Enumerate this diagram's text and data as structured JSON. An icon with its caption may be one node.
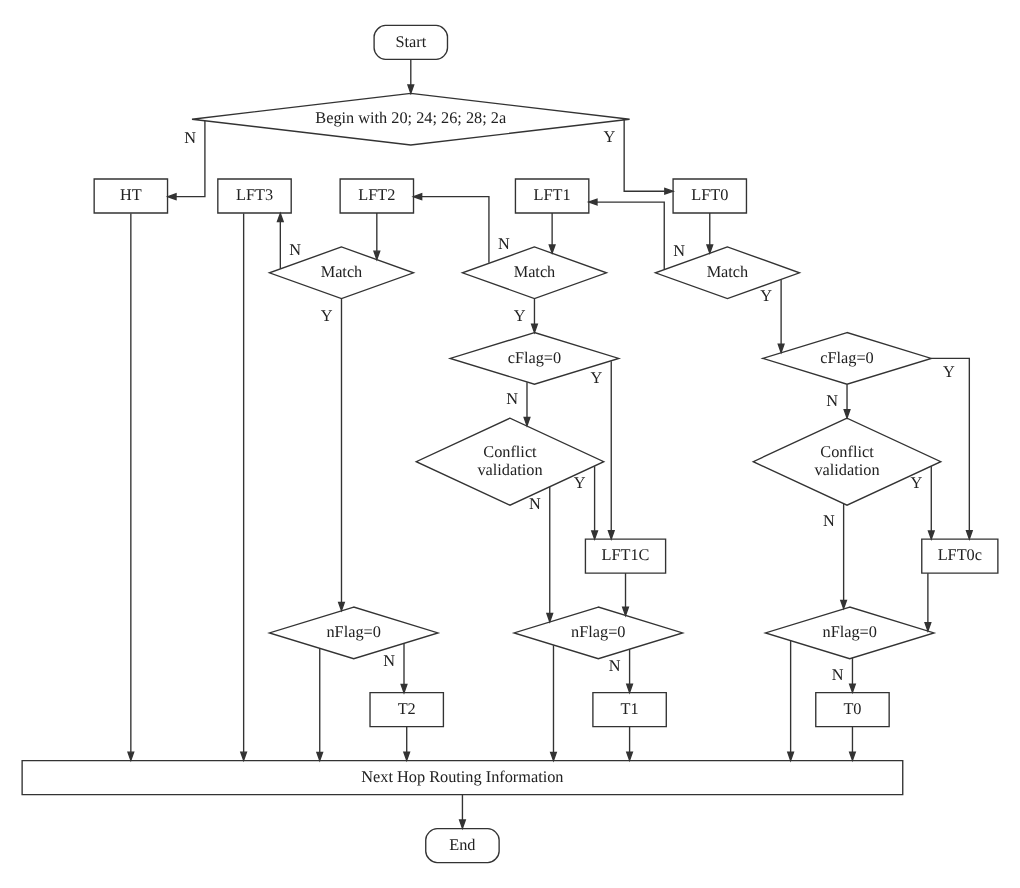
{
  "diagram": {
    "nodes": [
      {
        "text": [
          "Start"
        ]
      },
      {
        "text": [
          "Begin with 20; 24; 26; 28; 2a"
        ]
      },
      {
        "text": [
          "HT"
        ]
      },
      {
        "text": [
          "LFT3"
        ]
      },
      {
        "text": [
          "LFT2"
        ]
      },
      {
        "text": [
          "LFT1"
        ]
      },
      {
        "text": [
          "LFT0"
        ]
      },
      {
        "text": [
          "Match"
        ]
      },
      {
        "text": [
          "Match"
        ]
      },
      {
        "text": [
          "Match"
        ]
      },
      {
        "text": [
          "cFlag=0"
        ]
      },
      {
        "text": [
          "cFlag=0"
        ]
      },
      {
        "text": [
          "Conflict validation"
        ]
      },
      {
        "text": [
          "Conflict validation"
        ]
      },
      {
        "text": [
          "LFT1C"
        ]
      },
      {
        "text": [
          "LFT0c"
        ]
      },
      {
        "text": [
          "nFlag=0"
        ]
      },
      {
        "text": [
          "nFlag=0"
        ]
      },
      {
        "text": [
          "nFlag=0"
        ]
      },
      {
        "text": [
          "T2"
        ]
      },
      {
        "text": [
          "T1"
        ]
      },
      {
        "text": [
          "T0"
        ]
      },
      {
        "text": [
          "Next Hop Routing Information"
        ]
      },
      {
        "text": [
          "End"
        ]
      }
    ],
    "edges": [
      {
        "from": 0,
        "to": 1,
        "arrow": "to"
      },
      {
        "from": 1,
        "to": 2,
        "arrow": "to",
        "label": "N"
      },
      {
        "from": 1,
        "to": 6,
        "arrow": "to",
        "label": "Y"
      },
      {
        "from": 6,
        "to": 9,
        "arrow": "to"
      },
      {
        "from": 9,
        "to": 5,
        "arrow": "to",
        "label": "N"
      },
      {
        "from": 5,
        "to": 8,
        "arrow": "to"
      },
      {
        "from": 8,
        "to": 4,
        "arrow": "to",
        "label": "N"
      },
      {
        "from": 4,
        "to": 7,
        "arrow": "to"
      },
      {
        "from": 7,
        "to": 3,
        "arrow": "to",
        "label": "N"
      },
      {
        "from": 7,
        "to": 16,
        "arrow": "to",
        "label": "Y"
      },
      {
        "from": 8,
        "to": 10,
        "arrow": "to",
        "label": "Y"
      },
      {
        "from": 9,
        "to": 11,
        "arrow": "to",
        "label": "Y"
      },
      {
        "from": 10,
        "to": 12,
        "arrow": "to",
        "label": "N"
      },
      {
        "from": 10,
        "to": 14,
        "arrow": "to",
        "label": "Y"
      },
      {
        "from": 12,
        "to": 14,
        "arrow": "to",
        "label": "Y"
      },
      {
        "from": 12,
        "to": 17,
        "arrow": "to",
        "label": "N"
      },
      {
        "from": 11,
        "to": 13,
        "arrow": "to",
        "label": "N"
      },
      {
        "from": 11,
        "to": 15,
        "arrow": "to",
        "label": "Y"
      },
      {
        "from": 13,
        "to": 15,
        "arrow": "to",
        "label": "Y"
      },
      {
        "from": 13,
        "to": 18,
        "arrow": "to",
        "label": "N"
      },
      {
        "from": 14,
        "to": 17,
        "arrow": "to"
      },
      {
        "from": 15,
        "to": 18,
        "arrow": "to"
      },
      {
        "from": 16,
        "to": 19,
        "arrow": "to",
        "label": "N"
      },
      {
        "from": 17,
        "to": 20,
        "arrow": "to",
        "label": "N"
      },
      {
        "from": 18,
        "to": 21,
        "arrow": "to",
        "label": "N"
      },
      {
        "from": 2,
        "to": 22,
        "arrow": "to"
      },
      {
        "from": 3,
        "to": 22,
        "arrow": "to"
      },
      {
        "from": 16,
        "to": 22,
        "arrow": "to"
      },
      {
        "from": 19,
        "to": 22,
        "arrow": "to"
      },
      {
        "from": 17,
        "to": 22,
        "arrow": "to"
      },
      {
        "from": 20,
        "to": 22,
        "arrow": "to"
      },
      {
        "from": 18,
        "to": 22,
        "arrow": "to"
      },
      {
        "from": 21,
        "to": 22,
        "arrow": "to"
      },
      {
        "from": 22,
        "to": 23,
        "arrow": "to"
      }
    ]
  }
}
